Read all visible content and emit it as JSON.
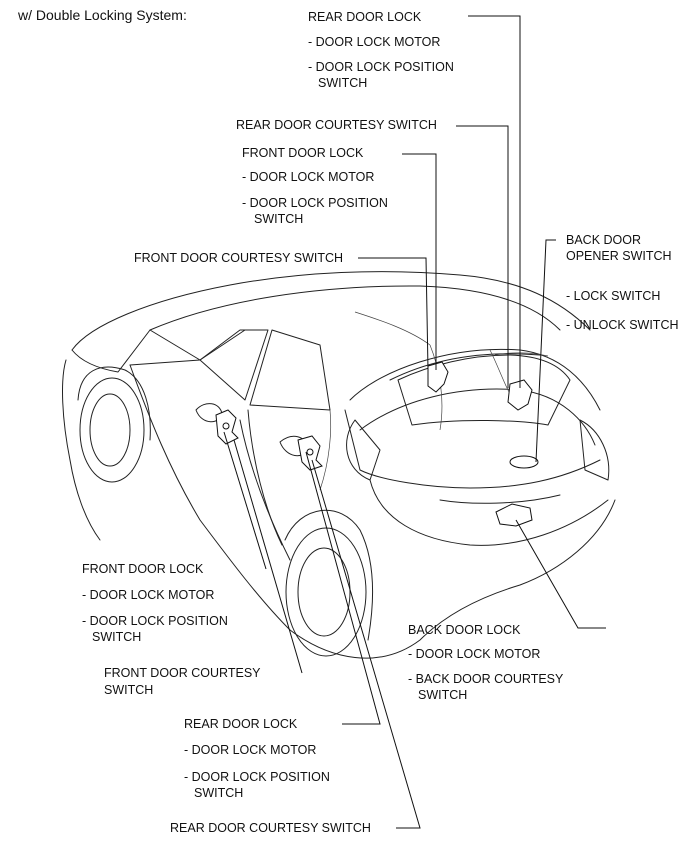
{
  "title": "w/ Double Locking System:",
  "labels": {
    "rear_top_title": "REAR DOOR LOCK",
    "rear_top_motor": "- DOOR LOCK MOTOR",
    "rear_top_pos1": "- DOOR LOCK POSITION",
    "rear_top_pos2": "SWITCH",
    "rear_courtesy_top": "REAR DOOR COURTESY SWITCH",
    "front_top_title": "FRONT DOOR LOCK",
    "front_top_motor": "- DOOR LOCK MOTOR",
    "front_top_pos1": "- DOOR LOCK POSITION",
    "front_top_pos2": "SWITCH",
    "front_courtesy_top": "FRONT DOOR COURTESY SWITCH",
    "back_opener1": "BACK DOOR",
    "back_opener2": "OPENER SWITCH",
    "lock_switch": "- LOCK SWITCH",
    "unlock_switch": "- UNLOCK SWITCH",
    "front_bot_title": "FRONT DOOR LOCK",
    "front_bot_motor": "- DOOR LOCK MOTOR",
    "front_bot_pos1": "- DOOR LOCK POSITION",
    "front_bot_pos2": "SWITCH",
    "front_courtesy_bot1": "FRONT DOOR COURTESY",
    "front_courtesy_bot2": "SWITCH",
    "back_lock_title": "BACK DOOR LOCK",
    "back_lock_motor": "- DOOR LOCK MOTOR",
    "back_courtesy1": "- BACK DOOR COURTESY",
    "back_courtesy2": "SWITCH",
    "rear_bot_title": "REAR DOOR LOCK",
    "rear_bot_motor": "- DOOR LOCK MOTOR",
    "rear_bot_pos1": "- DOOR LOCK POSITION",
    "rear_bot_pos2": "SWITCH",
    "rear_courtesy_bot": "REAR DOOR COURTESY SWITCH"
  }
}
